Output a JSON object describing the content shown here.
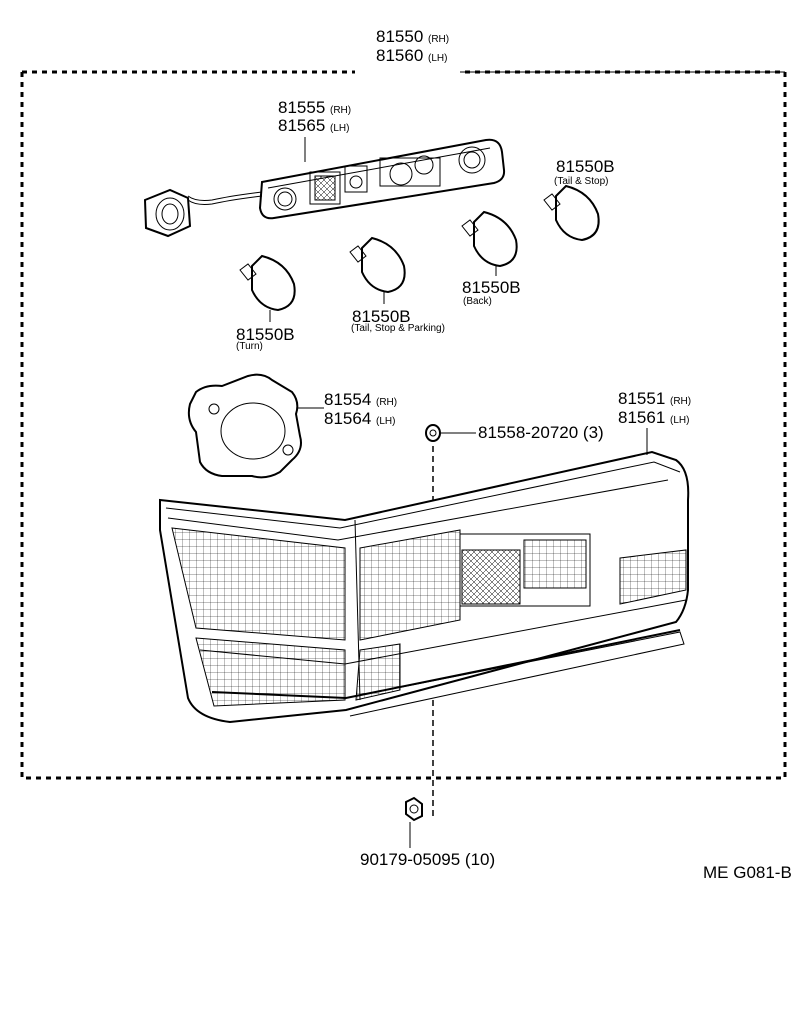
{
  "assembly": {
    "top_number_rh": "81550",
    "top_suffix_rh": "(RH)",
    "top_number_lh": "81560",
    "top_suffix_lh": "(LH)"
  },
  "socket_board": {
    "number_rh": "81555",
    "suffix_rh": "(RH)",
    "number_lh": "81565",
    "suffix_lh": "(LH)"
  },
  "bulbs": [
    {
      "number": "81550B",
      "desc": "(Tail & Stop)"
    },
    {
      "number": "81550B",
      "desc": "(Back)"
    },
    {
      "number": "81550B",
      "desc": "(Tail, Stop & Parking)"
    },
    {
      "number": "81550B",
      "desc": "(Turn)"
    }
  ],
  "gasket": {
    "number_rh": "81554",
    "suffix_rh": "(RH)",
    "number_lh": "81564",
    "suffix_lh": "(LH)"
  },
  "lens": {
    "number_rh": "81551",
    "suffix_rh": "(RH)",
    "number_lh": "81561",
    "suffix_lh": "(LH)"
  },
  "washer": {
    "label": "81558-20720 (3)"
  },
  "nut": {
    "label": "90179-05095 (10)"
  },
  "diagram_code": "ME G081-B"
}
